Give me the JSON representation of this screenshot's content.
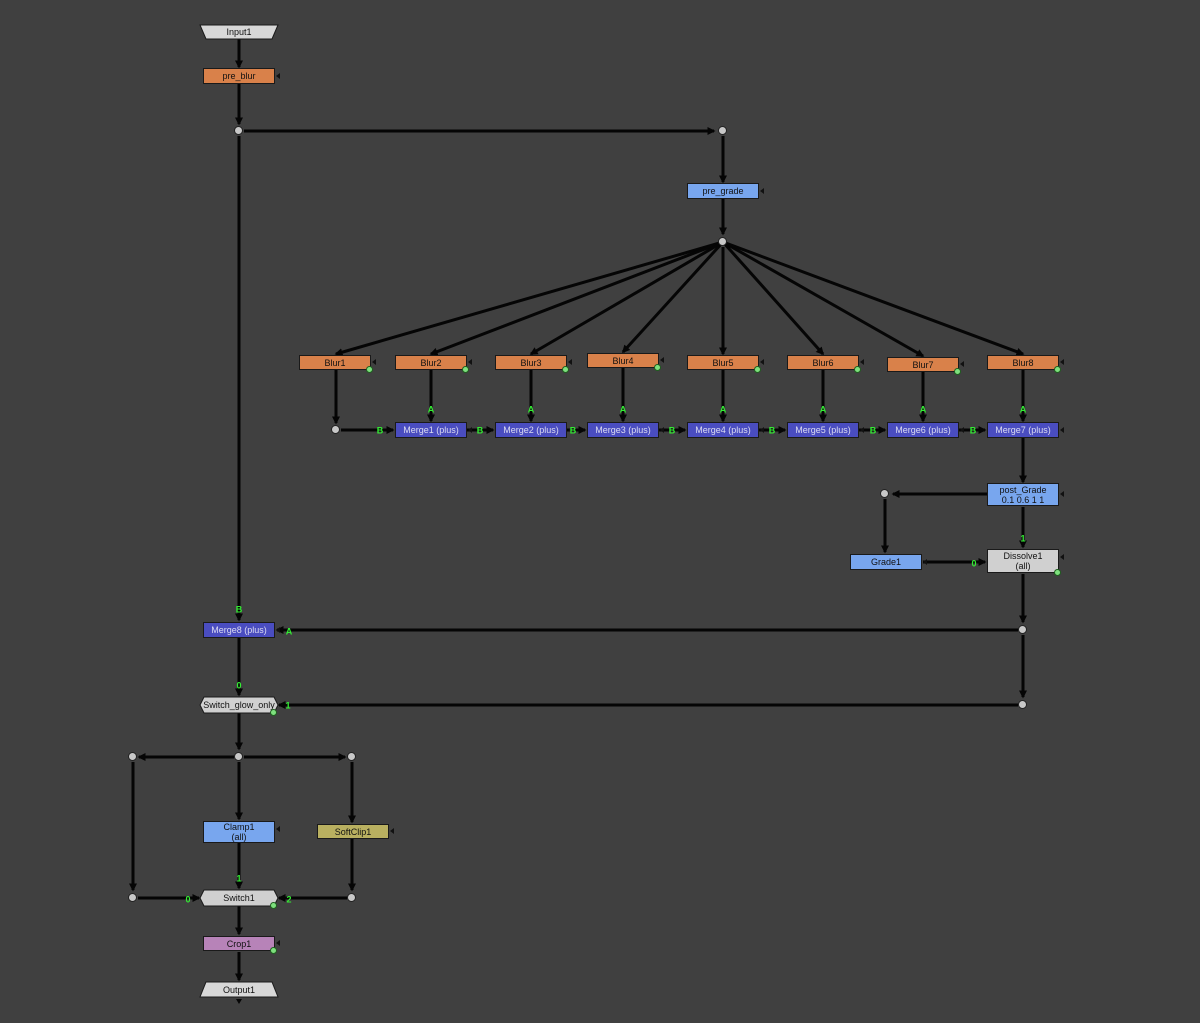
{
  "colors": {
    "background": "#404040",
    "blur": "#d9814a",
    "grade": "#78a6ee",
    "merge": "#4a4dc0",
    "switch": "#d0d0d0",
    "softclip": "#b9b060",
    "crop": "#b783b8",
    "io": "#d8d8d8",
    "edge": "#050505",
    "input_label": "#33ee33"
  },
  "nodes": {
    "input1": {
      "label": "Input1"
    },
    "pre_blur": {
      "label": "pre_blur"
    },
    "pre_grade": {
      "label": "pre_grade"
    },
    "blur1": {
      "label": "Blur1"
    },
    "blur2": {
      "label": "Blur2"
    },
    "blur3": {
      "label": "Blur3"
    },
    "blur4": {
      "label": "Blur4"
    },
    "blur5": {
      "label": "Blur5"
    },
    "blur6": {
      "label": "Blur6"
    },
    "blur7": {
      "label": "Blur7"
    },
    "blur8": {
      "label": "Blur8"
    },
    "merge1": {
      "label": "Merge1 (plus)"
    },
    "merge2": {
      "label": "Merge2 (plus)"
    },
    "merge3": {
      "label": "Merge3 (plus)"
    },
    "merge4": {
      "label": "Merge4 (plus)"
    },
    "merge5": {
      "label": "Merge5 (plus)"
    },
    "merge6": {
      "label": "Merge6 (plus)"
    },
    "merge7": {
      "label": "Merge7 (plus)"
    },
    "post_grade": {
      "label": "post_Grade",
      "sub": "0.1 0.6 1 1"
    },
    "grade1": {
      "label": "Grade1"
    },
    "dissolve1": {
      "label": "Dissolve1",
      "sub": "(all)"
    },
    "merge8": {
      "label": "Merge8 (plus)"
    },
    "switch_glow_only": {
      "label": "Switch_glow_only"
    },
    "clamp1": {
      "label": "Clamp1",
      "sub": "(all)"
    },
    "softclip1": {
      "label": "SoftClip1"
    },
    "switch1": {
      "label": "Switch1"
    },
    "crop1": {
      "label": "Crop1"
    },
    "output1": {
      "label": "Output1"
    }
  },
  "input_labels": {
    "a": "A",
    "b": "B",
    "zero": "0",
    "one": "1",
    "two": "2"
  }
}
